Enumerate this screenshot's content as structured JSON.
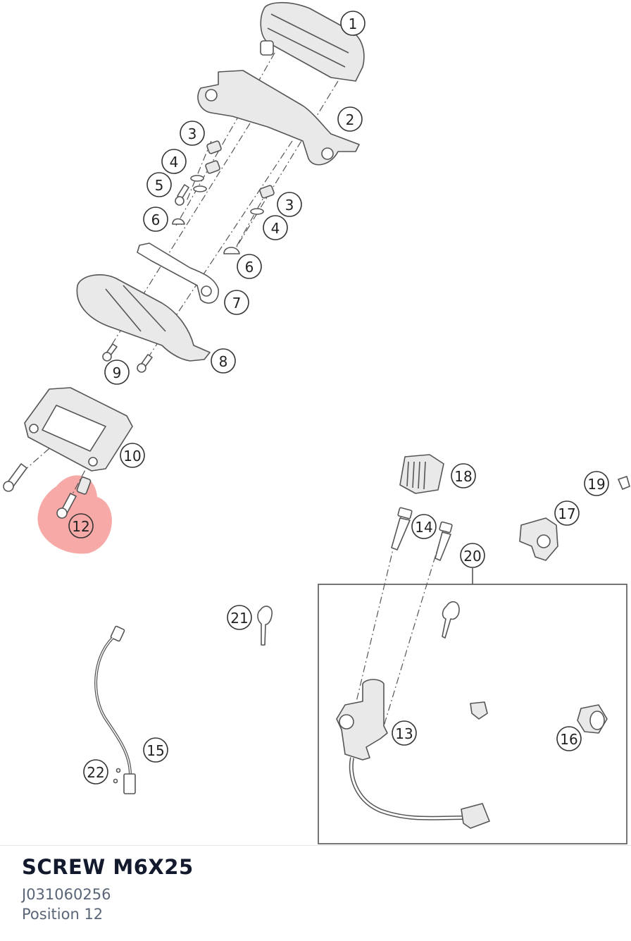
{
  "part": {
    "name": "SCREW M6X25",
    "number": "J031060256",
    "position": "Position 12"
  },
  "highlight": {
    "callout": "12",
    "color": "#f0706a"
  },
  "callouts": [
    "1",
    "2",
    "3",
    "4",
    "5",
    "6",
    "3",
    "4",
    "6",
    "7",
    "8",
    "9",
    "10",
    "12",
    "18",
    "19",
    "17",
    "14",
    "20",
    "21",
    "13",
    "16",
    "15",
    "22"
  ]
}
